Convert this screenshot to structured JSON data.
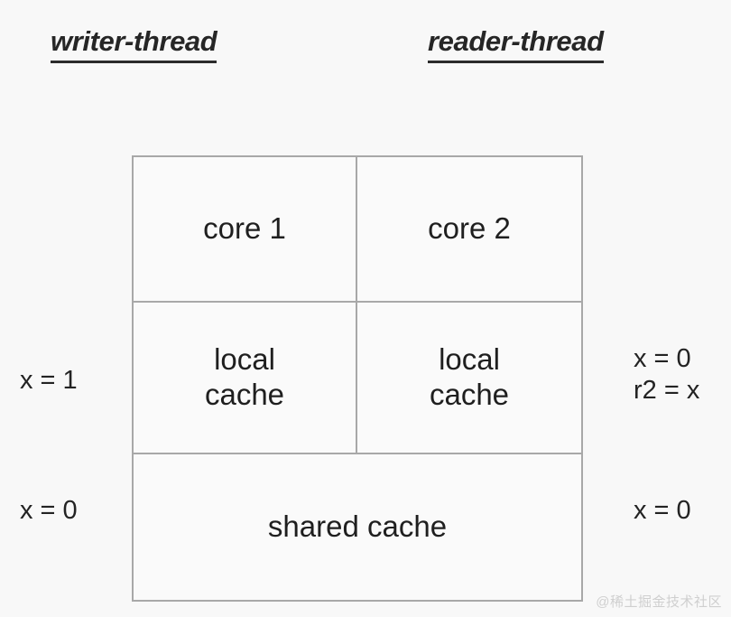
{
  "headers": {
    "writer": "writer-thread",
    "reader": "reader-thread"
  },
  "table": {
    "cores": {
      "left": "core 1",
      "right": "core 2"
    },
    "local_cache": {
      "left_line1": "local",
      "left_line2": "cache",
      "right_line1": "local",
      "right_line2": "cache"
    },
    "shared_cache": {
      "label": "shared cache"
    }
  },
  "annotations": {
    "writer_local": "x = 1",
    "writer_shared": "x = 0",
    "reader_local_line1": "x = 0",
    "reader_local_line2": "r2 = x",
    "reader_shared": "x = 0"
  },
  "watermark": "@稀土掘金技术社区",
  "colors": {
    "background": "#f8f8f8",
    "cell_fill": "#fafafa",
    "border": "#a8a8a8",
    "text": "#1f1f1f",
    "header_text": "#262626",
    "watermark": "#cfcfcf"
  }
}
